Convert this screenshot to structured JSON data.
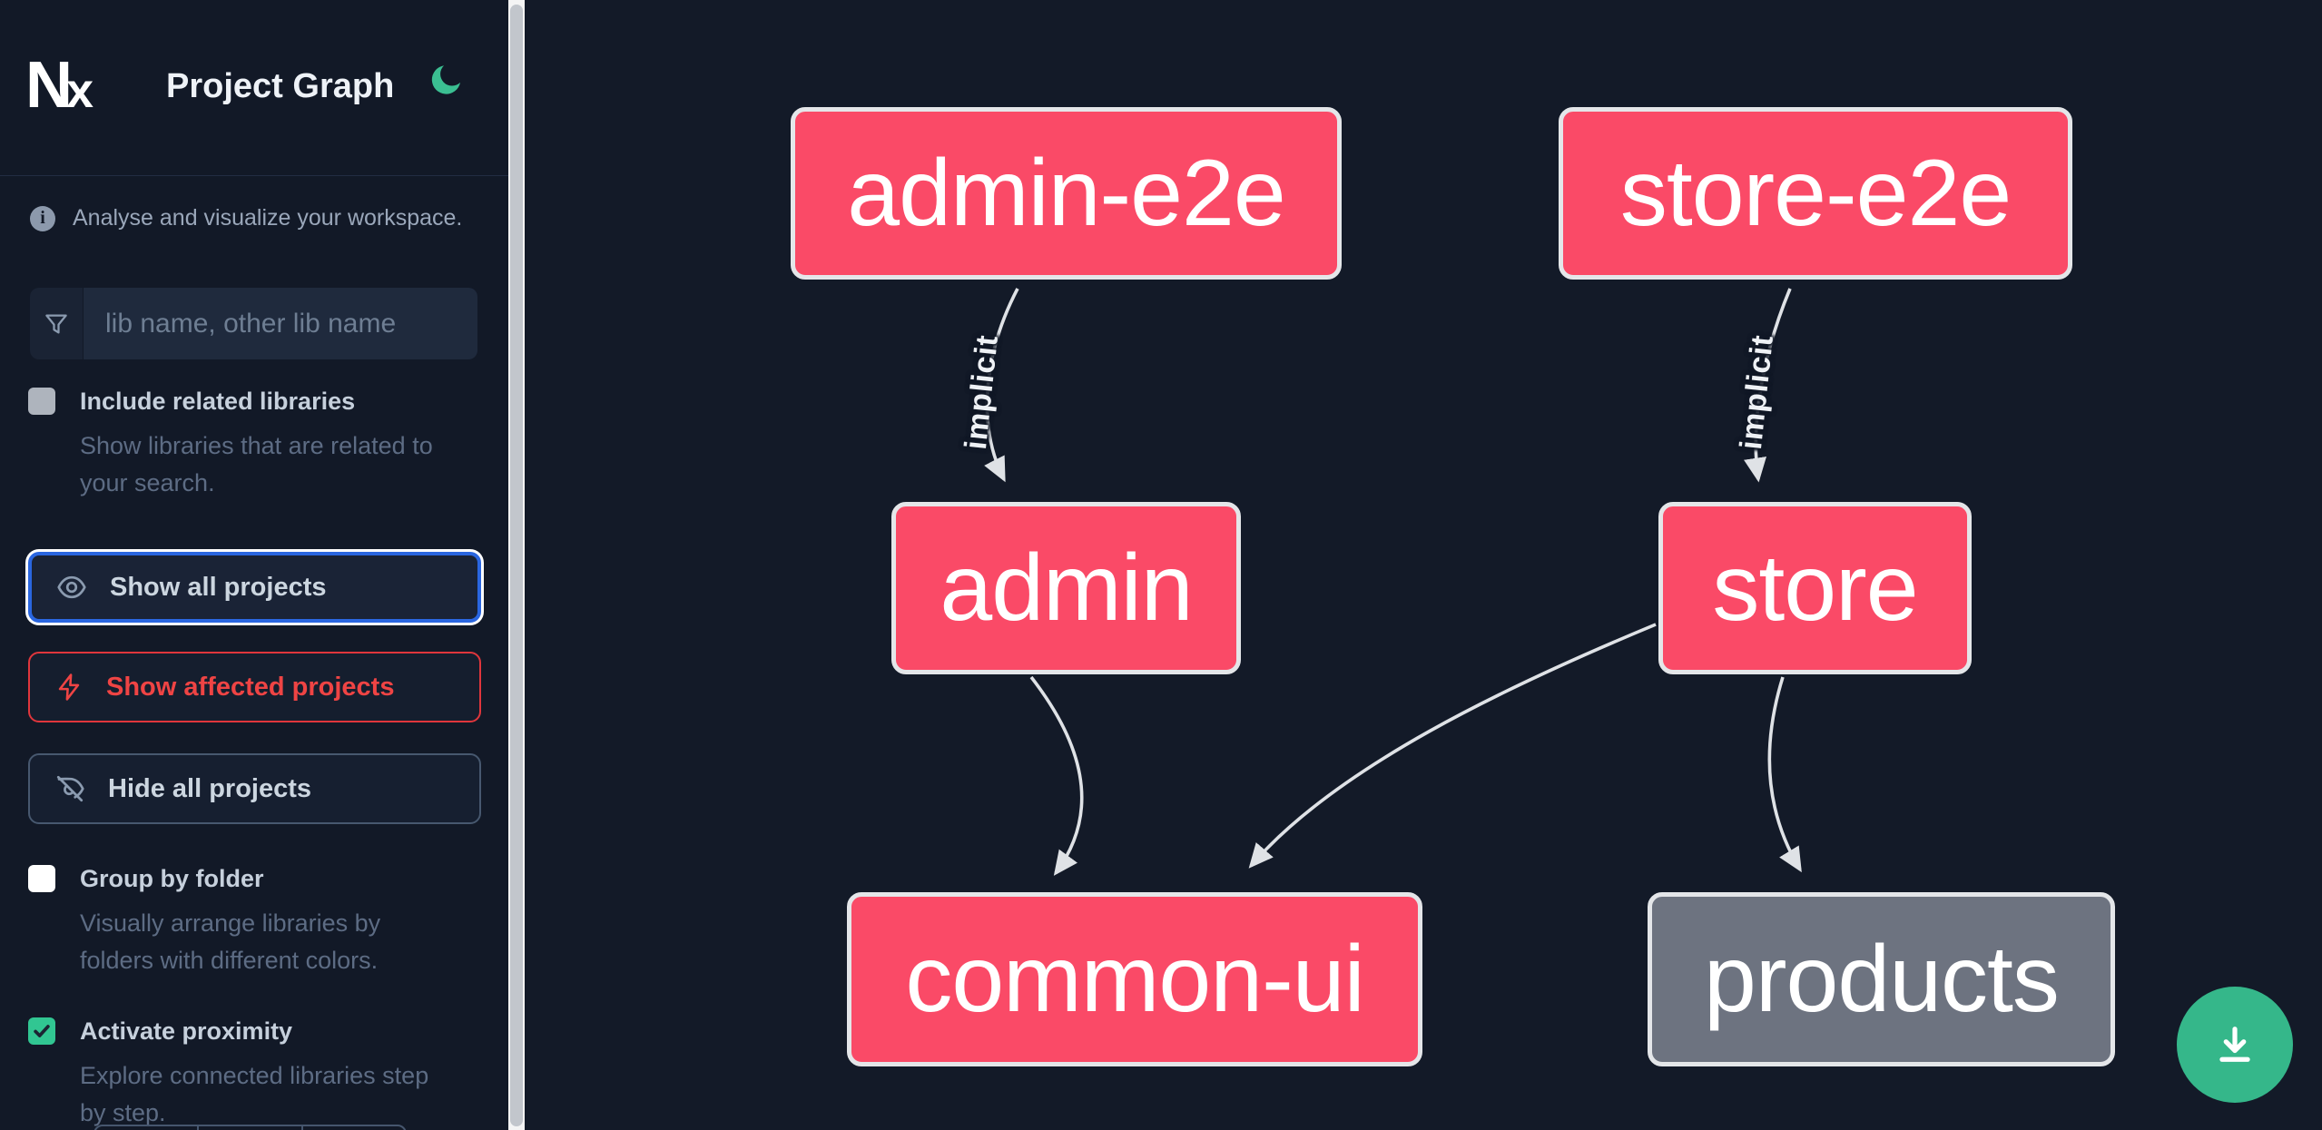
{
  "header": {
    "logo_text": "N",
    "logo_x": "x",
    "title": "Project Graph",
    "theme_icon": "moon"
  },
  "sidebar": {
    "tagline": "Analyse and visualize your workspace.",
    "search_placeholder": "lib name, other lib name",
    "include_related": {
      "label": "Include related libraries",
      "description": "Show libraries that are related to\nyour search.",
      "checked": false
    },
    "actions": {
      "show_all": "Show all projects",
      "show_affected": "Show affected projects",
      "hide_all": "Hide all projects"
    },
    "group_by_folder": {
      "label": "Group by folder",
      "description": "Visually arrange libraries by\nfolders with different colors.",
      "checked": false
    },
    "activate_proximity": {
      "label": "Activate proximity",
      "description": "Explore connected libraries step\nby step.",
      "checked": true
    }
  },
  "graph": {
    "nodes": [
      {
        "label": "admin-e2e",
        "type": "affected"
      },
      {
        "label": "store-e2e",
        "type": "affected"
      },
      {
        "label": "admin",
        "type": "affected"
      },
      {
        "label": "store",
        "type": "affected"
      },
      {
        "label": "common-ui",
        "type": "affected"
      },
      {
        "label": "products",
        "type": "default"
      }
    ],
    "edges": [
      {
        "from": "admin-e2e",
        "to": "admin",
        "label": "implicit"
      },
      {
        "from": "store-e2e",
        "to": "store",
        "label": "implicit"
      },
      {
        "from": "admin",
        "to": "common-ui",
        "label": ""
      },
      {
        "from": "store",
        "to": "common-ui",
        "label": ""
      },
      {
        "from": "store",
        "to": "products",
        "label": ""
      }
    ]
  },
  "colors": {
    "background": "#131a28",
    "node_affected": "#fa4a67",
    "node_default": "#6d7380",
    "node_border": "#e4e6e9",
    "edge": "#dfe2e6",
    "accent_green": "#35b78a",
    "focus_blue": "#2a66e0",
    "affected_red": "#ef4444"
  }
}
